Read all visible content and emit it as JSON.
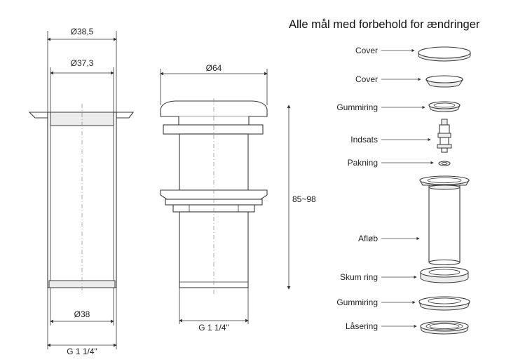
{
  "heading": "Alle mål med forbehold for ændringer",
  "dimensions": {
    "d38_5": "Ø38,5",
    "d37_3": "Ø37,3",
    "d38": "Ø38",
    "g_left": "G 1 1/4\"",
    "d64": "Ø64",
    "g_mid": "G 1 1/4\"",
    "height": "85~98"
  },
  "parts": [
    {
      "label": "Cover"
    },
    {
      "label": "Cover"
    },
    {
      "label": "Gummiring"
    },
    {
      "label": "Indsats"
    },
    {
      "label": "Pakning"
    },
    {
      "label": "Afløb"
    },
    {
      "label": "Skum ring"
    },
    {
      "label": "Gummiring"
    },
    {
      "label": "Låsering"
    }
  ]
}
